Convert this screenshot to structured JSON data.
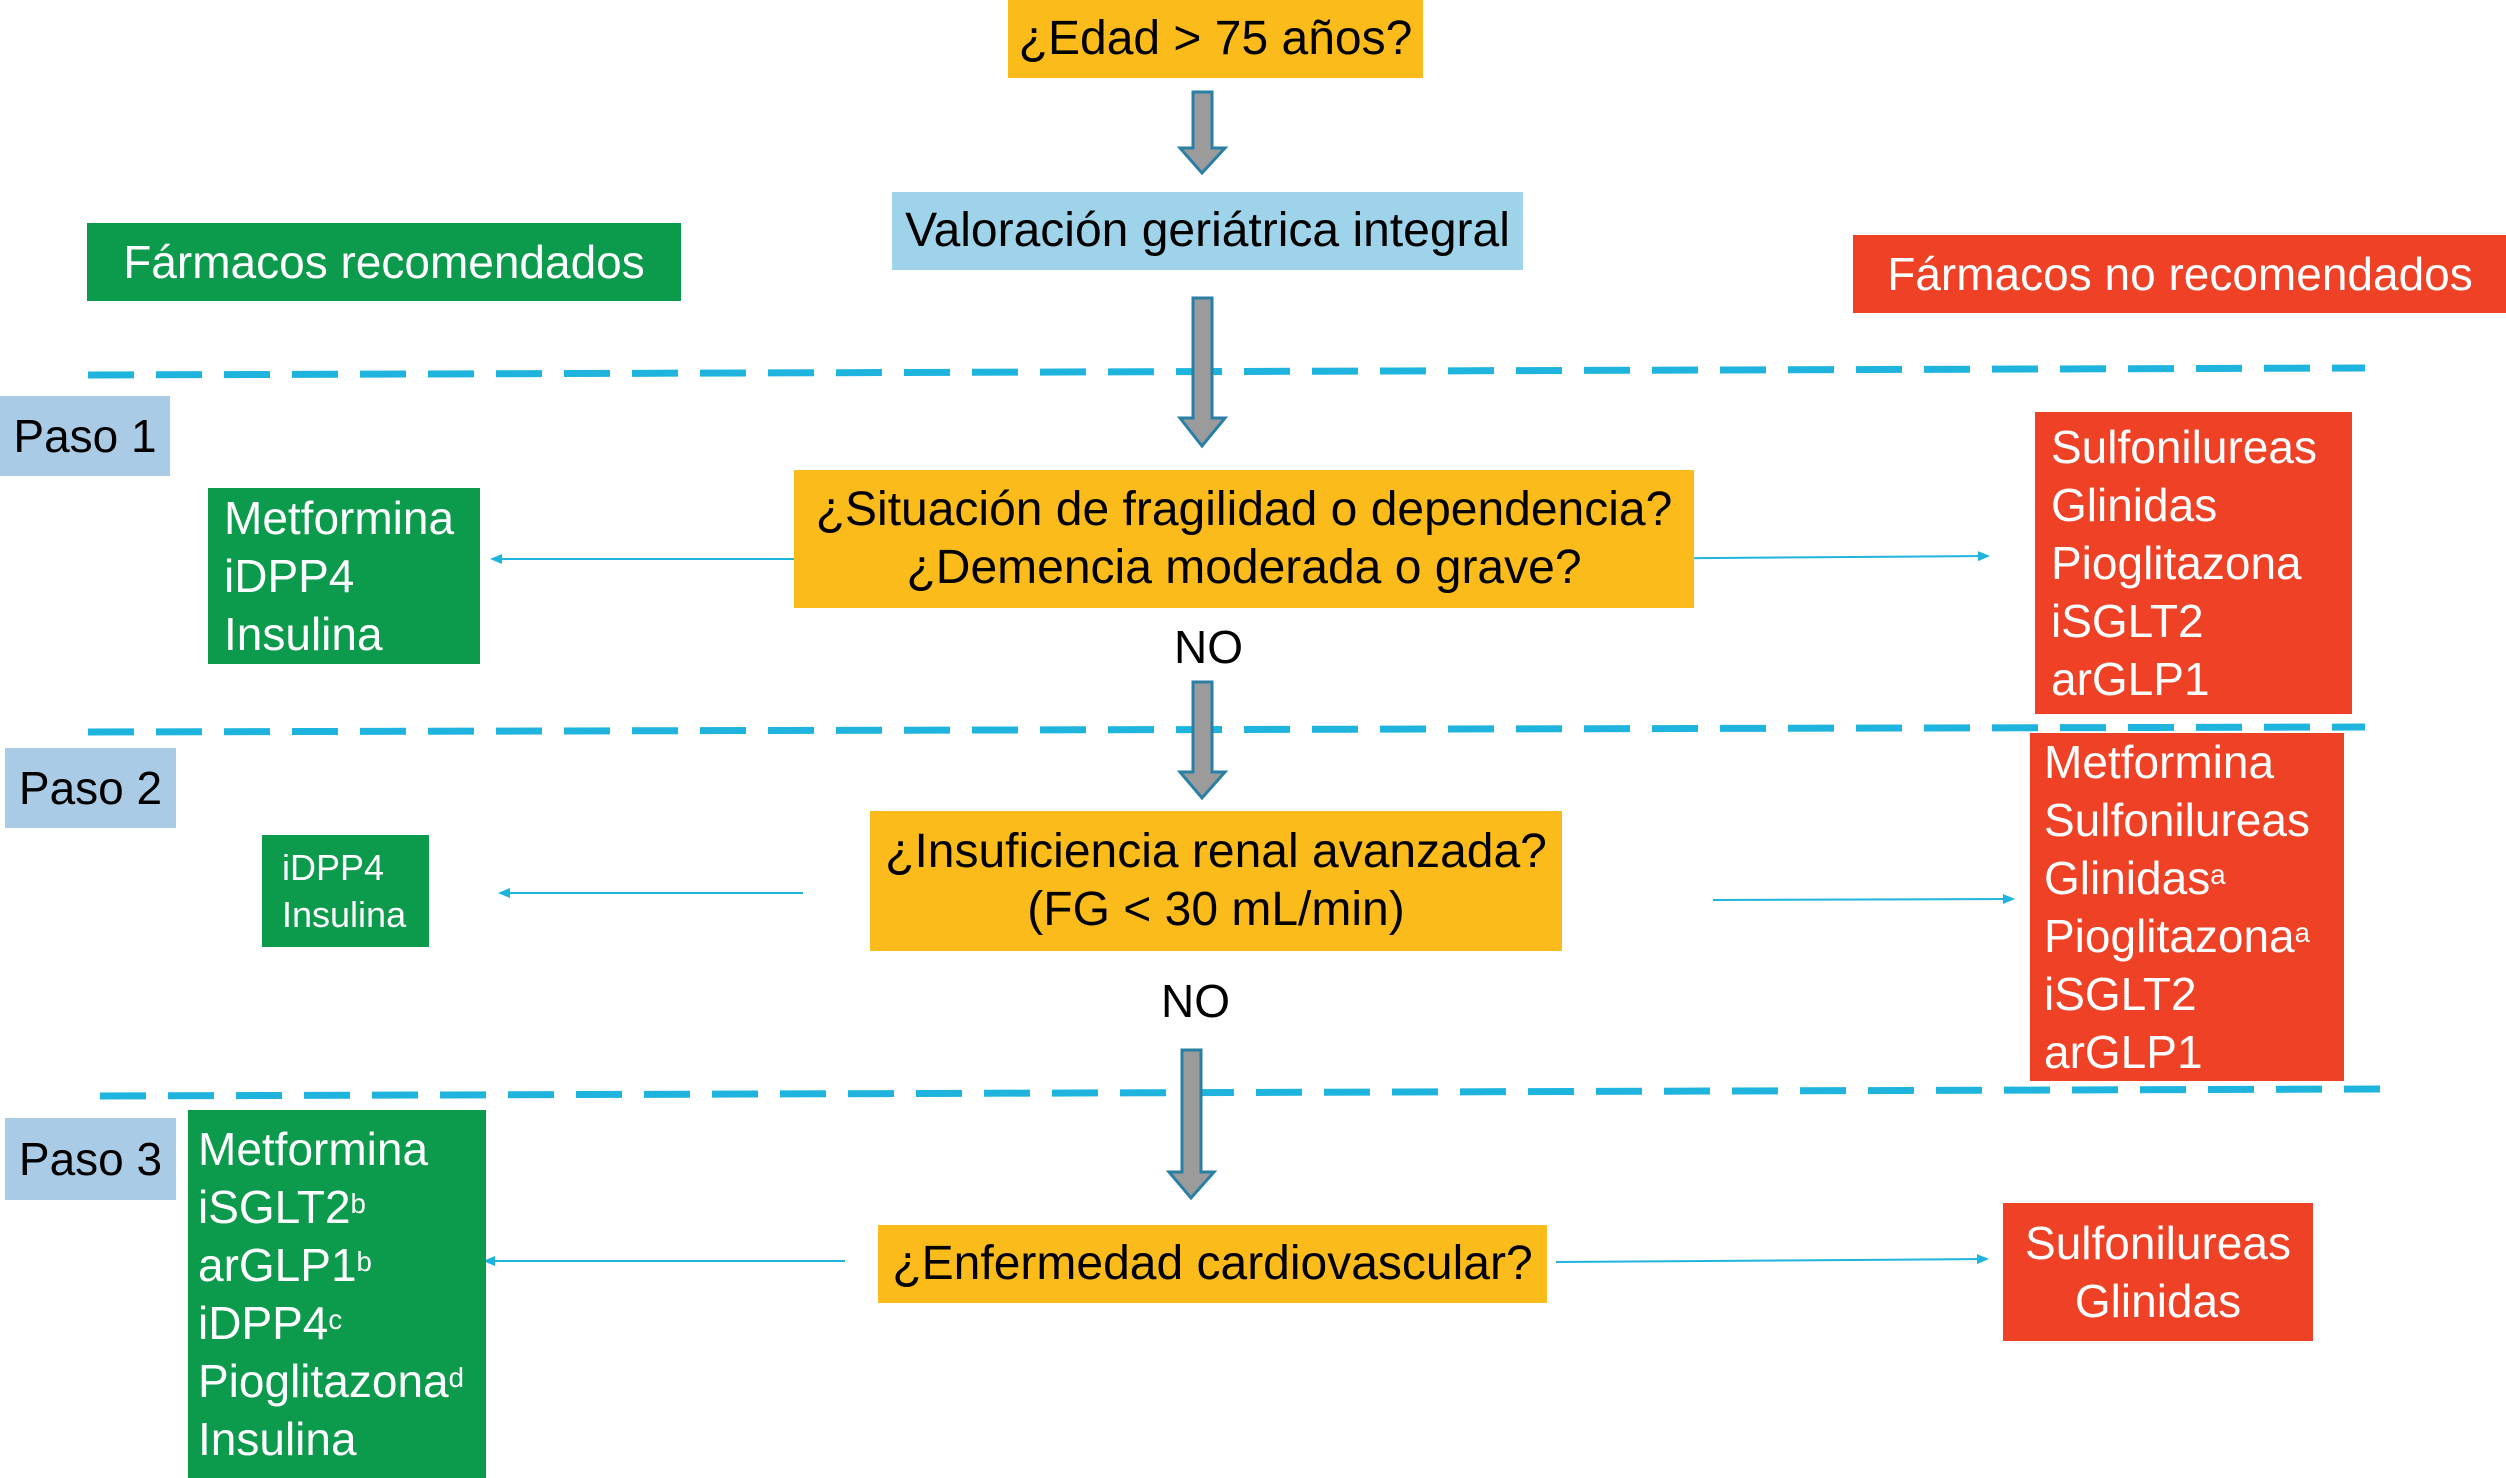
{
  "colors": {
    "question": "#fbbb1a",
    "assessment": "#9fd3ea",
    "recommended": "#0c9a4c",
    "not_recommended": "#ee4126",
    "step_label": "#a9cbe6",
    "dashed_line": "#1fb4dd",
    "arrow_fill": "#9b9b9b",
    "arrow_stroke": "#2a7fa5",
    "thin_arrow": "#1fb4dd"
  },
  "top": {
    "question": "¿Edad > 75 años?",
    "assessment": "Valoración geriátrica integral",
    "legend_recommended": "Fármacos recomendados",
    "legend_not_recommended": "Fármacos no recomendados"
  },
  "step1": {
    "label": "Paso 1",
    "question_line1": "¿Situación de fragilidad o dependencia?",
    "question_line2": "¿Demencia moderada o grave?",
    "no": "NO",
    "recommended": [
      "Metformina",
      "iDPP4",
      "Insulina"
    ],
    "not_recommended": [
      "Sulfonilureas",
      "Glinidas",
      "Pioglitazona",
      "iSGLT2",
      "arGLP1"
    ]
  },
  "step2": {
    "label": "Paso 2",
    "question_line1": "¿Insuficiencia renal avanzada?",
    "question_line2": "(FG < 30 mL/min)",
    "no": "NO",
    "recommended": [
      "iDPP4",
      "Insulina"
    ],
    "not_recommended": [
      {
        "text": "Metformina",
        "sup": ""
      },
      {
        "text": "Sulfonilureas",
        "sup": ""
      },
      {
        "text": "Glinidas",
        "sup": "a"
      },
      {
        "text": "Pioglitazona",
        "sup": "a"
      },
      {
        "text": "iSGLT2",
        "sup": ""
      },
      {
        "text": "arGLP1",
        "sup": ""
      }
    ]
  },
  "step3": {
    "label": "Paso 3",
    "question": "¿Enfermedad cardiovascular?",
    "recommended": [
      {
        "text": "Metformina",
        "sup": ""
      },
      {
        "text": "iSGLT2",
        "sup": "b"
      },
      {
        "text": "arGLP1",
        "sup": "b"
      },
      {
        "text": "iDPP4",
        "sup": "c"
      },
      {
        "text": "Pioglitazona",
        "sup": "d"
      },
      {
        "text": "Insulina",
        "sup": ""
      }
    ],
    "not_recommended": [
      "Sulfonilureas",
      "Glinidas"
    ]
  }
}
